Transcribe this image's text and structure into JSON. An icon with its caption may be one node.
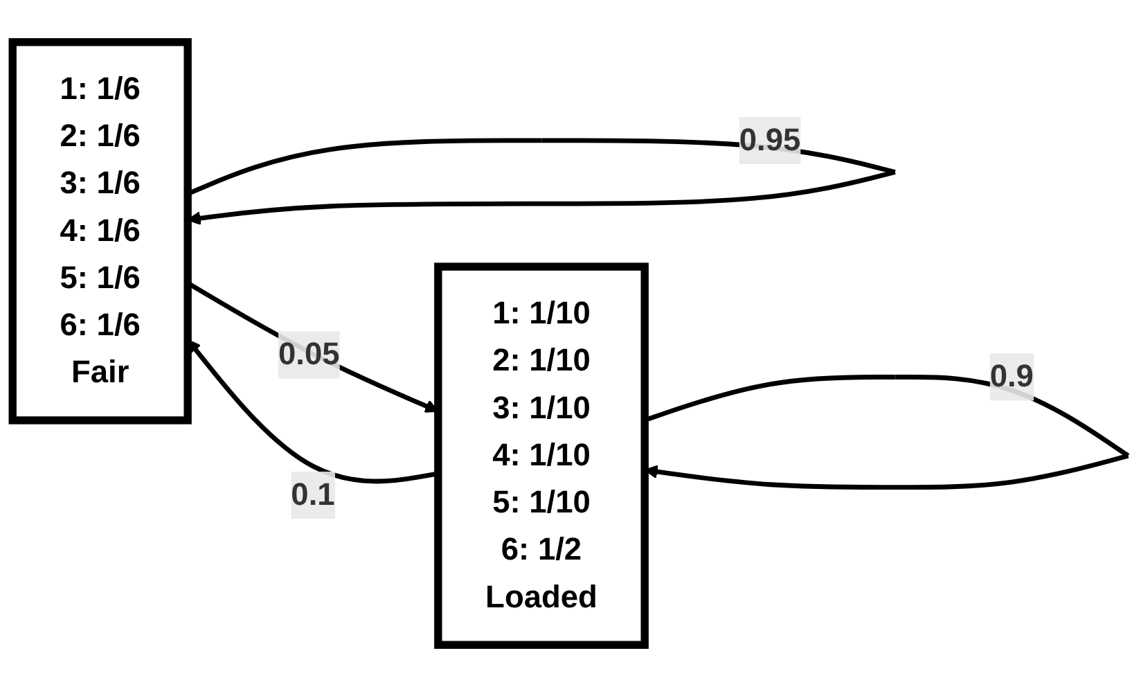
{
  "diagram": {
    "nodes": [
      {
        "text": [
          "1: 1/6",
          "2: 1/6",
          "3: 1/6",
          "4: 1/6",
          "5: 1/6",
          "6: 1/6",
          "Fair"
        ]
      },
      {
        "text": [
          "1: 1/10",
          "2: 1/10",
          "3: 1/10",
          "4: 1/10",
          "5: 1/10",
          "6: 1/2",
          "Loaded"
        ]
      }
    ],
    "edges": [
      {
        "from": 0,
        "to": 0,
        "arrow": "to",
        "label": "0.95"
      },
      {
        "from": 0,
        "to": 1,
        "arrow": "to",
        "label": "0.05"
      },
      {
        "from": 1,
        "to": 0,
        "arrow": "to",
        "label": "0.1"
      },
      {
        "from": 1,
        "to": 1,
        "arrow": "to",
        "label": "0.9"
      }
    ]
  }
}
